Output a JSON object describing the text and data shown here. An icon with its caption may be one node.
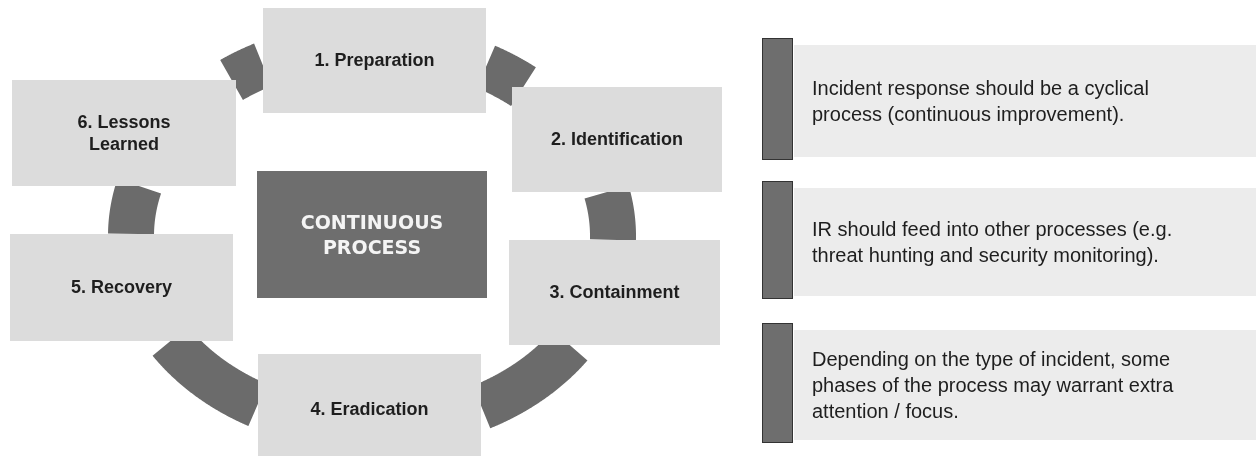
{
  "diagram": {
    "nodes": [
      {
        "text": [
          "1. Preparation"
        ]
      },
      {
        "text": [
          "2. Identification"
        ]
      },
      {
        "text": [
          "3. Containment"
        ]
      },
      {
        "text": [
          "4. Eradication"
        ]
      },
      {
        "text": [
          "5. Recovery"
        ]
      },
      {
        "text": [
          "6. Lessons Learned"
        ]
      },
      {
        "text": [
          "CONTINUOUS PROCESS"
        ]
      },
      {
        "text": [
          "Incident response should be a cyclical process (continuous improvement)."
        ]
      },
      {
        "text": [
          "IR should feed into other processes (e.g. threat hunting and security monitoring)."
        ]
      },
      {
        "text": [
          "Depending on the type of incident, some phases of the process may warrant extra attention / focus."
        ]
      }
    ],
    "edges": [
      {
        "from": 0,
        "to": 1,
        "arrow": "none"
      },
      {
        "from": 1,
        "to": 2,
        "arrow": "none"
      },
      {
        "from": 2,
        "to": 3,
        "arrow": "none"
      },
      {
        "from": 3,
        "to": 4,
        "arrow": "none"
      },
      {
        "from": 4,
        "to": 5,
        "arrow": "none"
      },
      {
        "from": 5,
        "to": 0,
        "arrow": "none"
      }
    ]
  }
}
